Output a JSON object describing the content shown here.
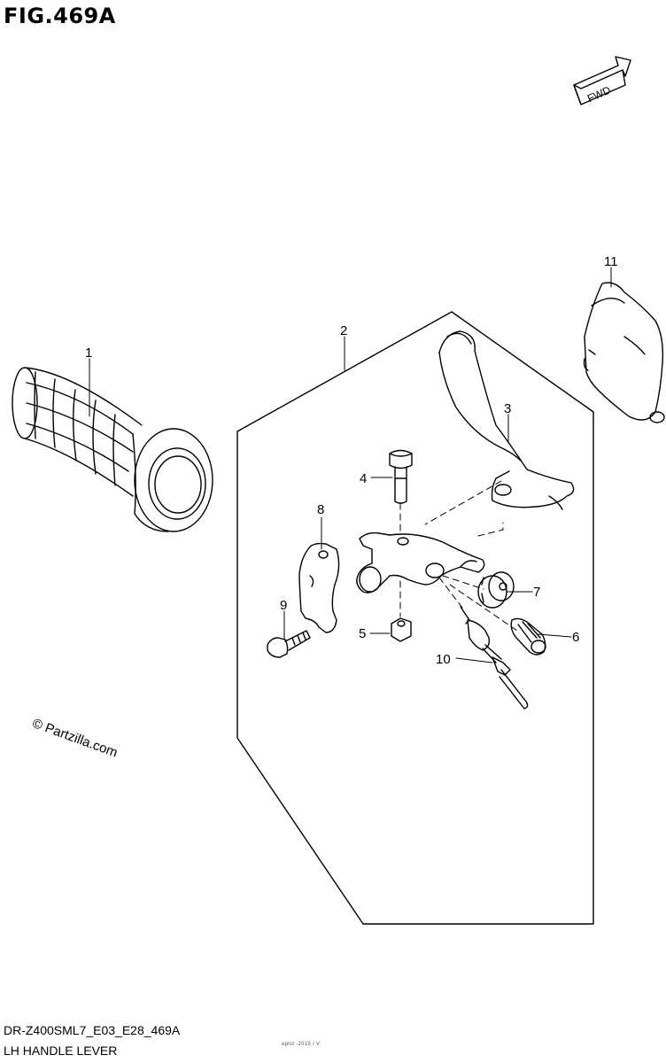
{
  "figure": {
    "title": "FIG.469A"
  },
  "fwd": {
    "label": "FWD"
  },
  "callouts": [
    "1",
    "2",
    "3",
    "4",
    "5",
    "6",
    "7",
    "8",
    "9",
    "10",
    "11"
  ],
  "watermark": "© Partzilla.com",
  "footer": {
    "code": "DR-Z400SML7_E03_E28_469A",
    "name": "LH HANDLE LEVER",
    "tiny_note": "eplst:-2015 / V"
  }
}
